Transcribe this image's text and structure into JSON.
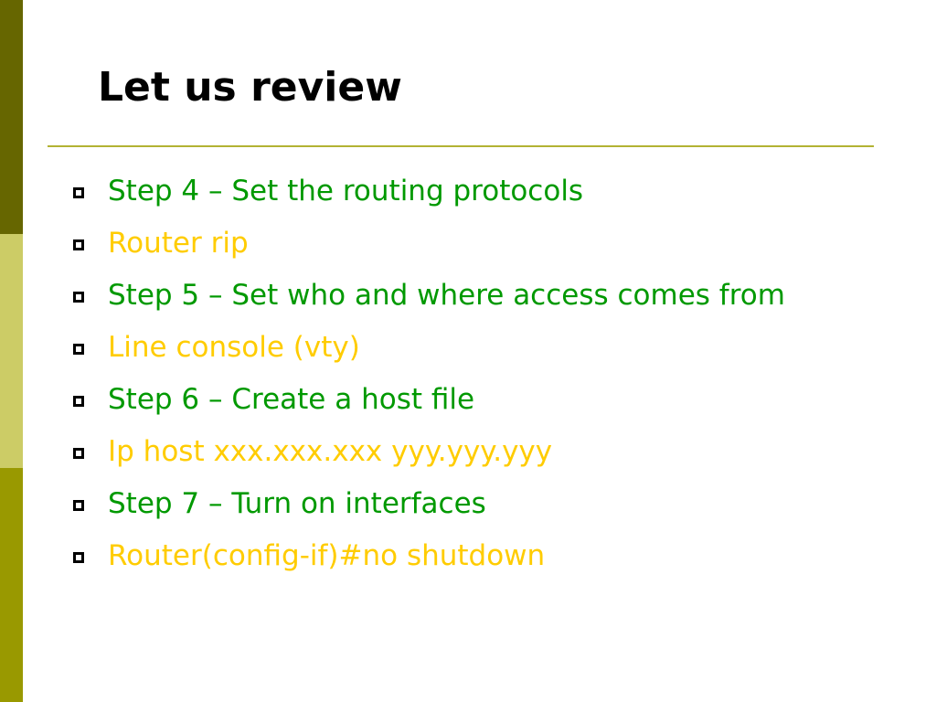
{
  "slide": {
    "title": "Let us review",
    "colors": {
      "sidebar_bands": [
        "#666600",
        "#cccc66",
        "#999900"
      ],
      "divider_rule": "#b2b233",
      "step_text": "#009900",
      "command_text": "#ffcc00",
      "title_text": "#000000",
      "bullet_marker": "#000000"
    },
    "bullets": [
      {
        "text": "Step 4 – Set the routing protocols",
        "kind": "step"
      },
      {
        "text": "Router rip",
        "kind": "command"
      },
      {
        "text": "Step 5 – Set who and where access comes from",
        "kind": "step"
      },
      {
        "text": "Line console (vty)",
        "kind": "command"
      },
      {
        "text": "Step 6 – Create a host file",
        "kind": "step"
      },
      {
        "text": "Ip host xxx.xxx.xxx yyy.yyy.yyy",
        "kind": "command"
      },
      {
        "text": "Step 7 – Turn on interfaces",
        "kind": "step"
      },
      {
        "text": "Router(config-if)#no shutdown",
        "kind": "command"
      }
    ]
  }
}
